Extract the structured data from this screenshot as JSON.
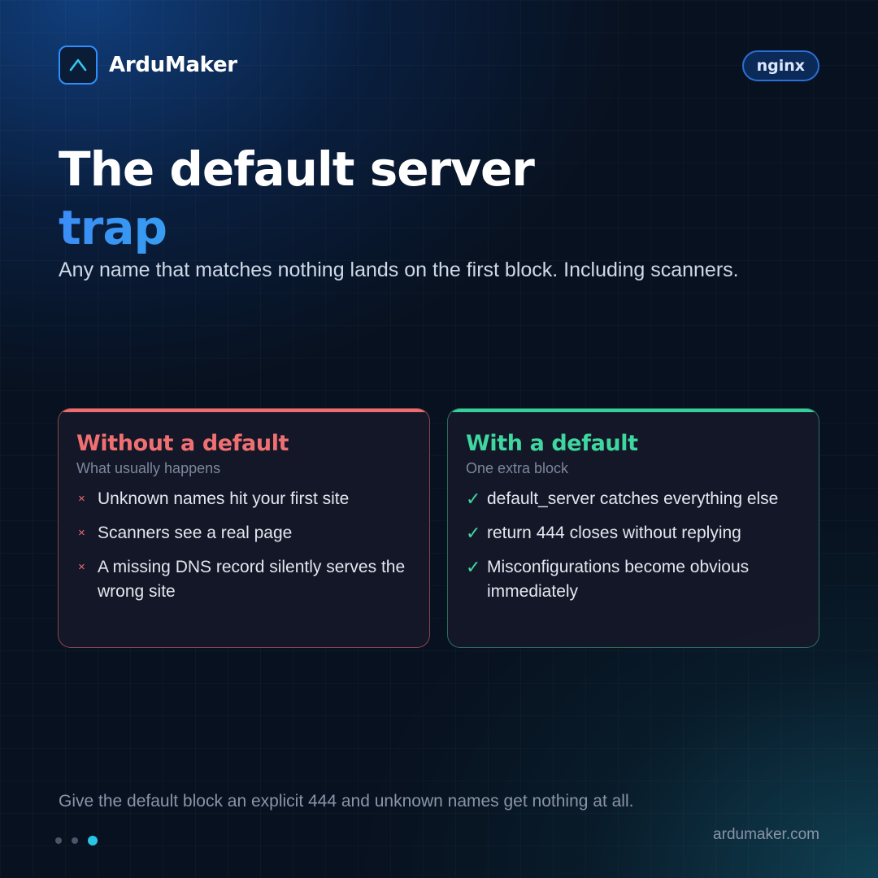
{
  "brand": {
    "name": "ArduMaker",
    "icon": "caret-up-icon"
  },
  "tag": "nginx",
  "hero": {
    "title_line1": "The default server",
    "title_line2": "trap",
    "subtitle": "Any name that matches nothing lands on the first block. Including scanners."
  },
  "cards": {
    "bad": {
      "title": "Without a default",
      "subtitle": "What usually happens",
      "accent": "#ee6b6e",
      "marker": "×",
      "items": [
        "Unknown names hit your first site",
        "Scanners see a real page",
        "A missing DNS record silently serves the wrong site"
      ]
    },
    "good": {
      "title": "With a default",
      "subtitle": "One extra block",
      "accent": "#35d09a",
      "marker": "✓",
      "items": [
        "default_server catches everything else",
        "return 444 closes without replying",
        "Misconfigurations become obvious immediately"
      ]
    }
  },
  "footer": {
    "note": "Give the default block an explicit 444 and unknown names get nothing at all.",
    "website": "ardumaker.com",
    "pagination": {
      "total": 3,
      "current": 3
    }
  }
}
